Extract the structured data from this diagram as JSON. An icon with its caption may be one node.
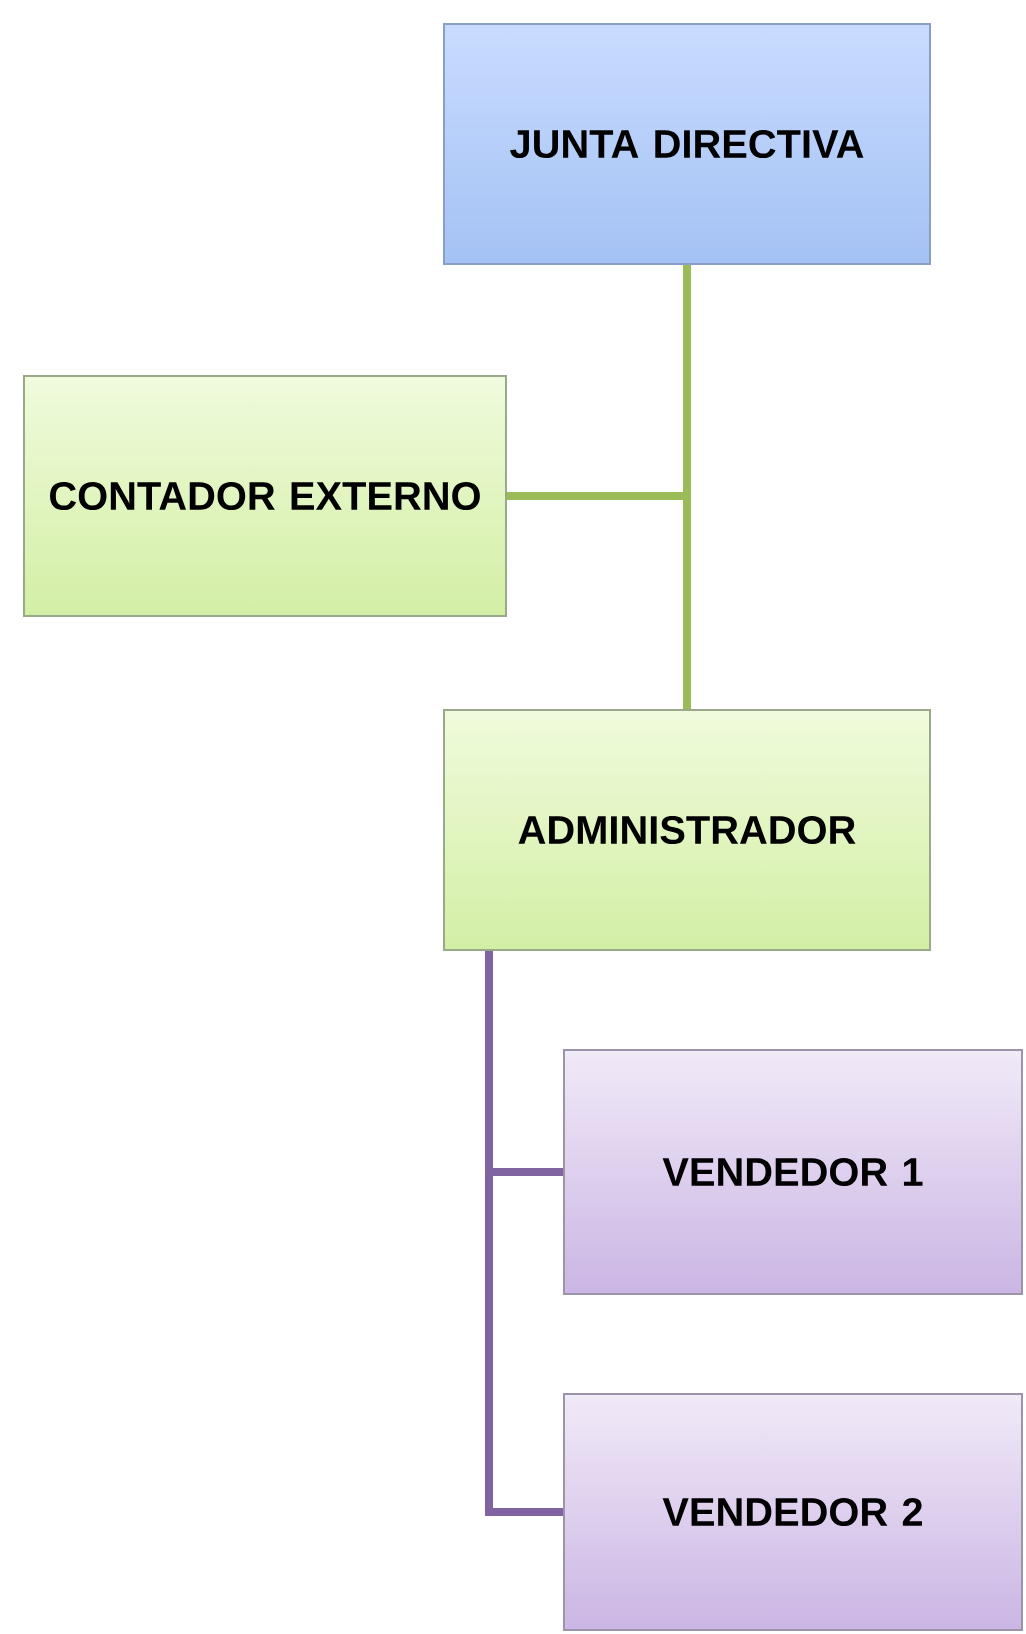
{
  "diagram": {
    "nodes": [
      {
        "text": [
          "JUNTA DIRECTIVA"
        ]
      },
      {
        "text": [
          "CONTADOR EXTERNO"
        ]
      },
      {
        "text": [
          "ADMINISTRADOR"
        ]
      },
      {
        "text": [
          "VENDEDOR 1"
        ]
      },
      {
        "text": [
          "VENDEDOR 2"
        ]
      }
    ],
    "edges": [
      {
        "from": 0,
        "to": 2,
        "arrow": "none",
        "color": "#9bbb59"
      },
      {
        "from": 0,
        "to": 1,
        "arrow": "none",
        "color": "#9bbb59"
      },
      {
        "from": 2,
        "to": 3,
        "arrow": "none",
        "color": "#8064a2"
      },
      {
        "from": 2,
        "to": 4,
        "arrow": "none",
        "color": "#8064a2"
      }
    ]
  }
}
